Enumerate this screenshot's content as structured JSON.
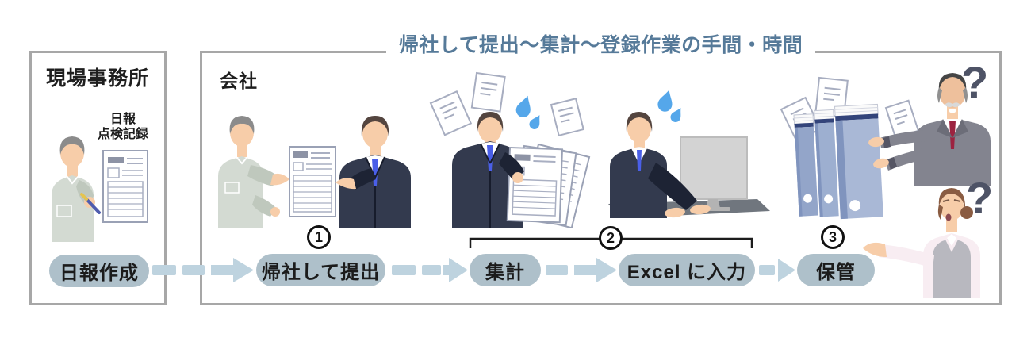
{
  "field_office": {
    "title": "現場事務所",
    "document_label": {
      "line1": "日報",
      "line2": "点検記録"
    },
    "pill": "日報作成"
  },
  "company": {
    "label": "会社",
    "header": "帰社して提出～集計～登録作業の手間・時間",
    "pills": {
      "submit": "帰社して提出",
      "aggregate": "集計",
      "excel_input": "Excel に入力",
      "storage": "保管"
    },
    "step_numbers": {
      "submit": "1",
      "aggregate_excel": "2",
      "storage": "3"
    },
    "question_marks": {
      "manager": "?",
      "staff": "?"
    }
  },
  "colors": {
    "box_border": "#a7a7a7",
    "header_text": "#567a99",
    "pill_bg": "#aec0ca",
    "arrow": "#bed3df",
    "question_mark": "#4e5366",
    "sweat_drop": "#55a7ea",
    "skin": "#f7cda9",
    "workwear": "#d3dad2",
    "workwear_dark": "#bfc8bd",
    "hair_gray": "#8b8b8b",
    "hair_brown": "#54453f",
    "suit_navy": "#333a4e",
    "suit_navy_dark": "#1d2334",
    "tie_blue": "#4a5fe8",
    "suit_gray": "#83848f",
    "tie_red": "#9c2340",
    "binder": "#a9b8d6",
    "binder_dark": "#8094be",
    "binder_top": "#33447a",
    "desk": "#70767e",
    "monitor": "#d3d3d3",
    "blouse": "#f8edf2",
    "vest": "#b8b8bf",
    "hair_brown2": "#8a5c42",
    "paper_line": "#a9afc2",
    "doc_header": "#8d93a5"
  }
}
